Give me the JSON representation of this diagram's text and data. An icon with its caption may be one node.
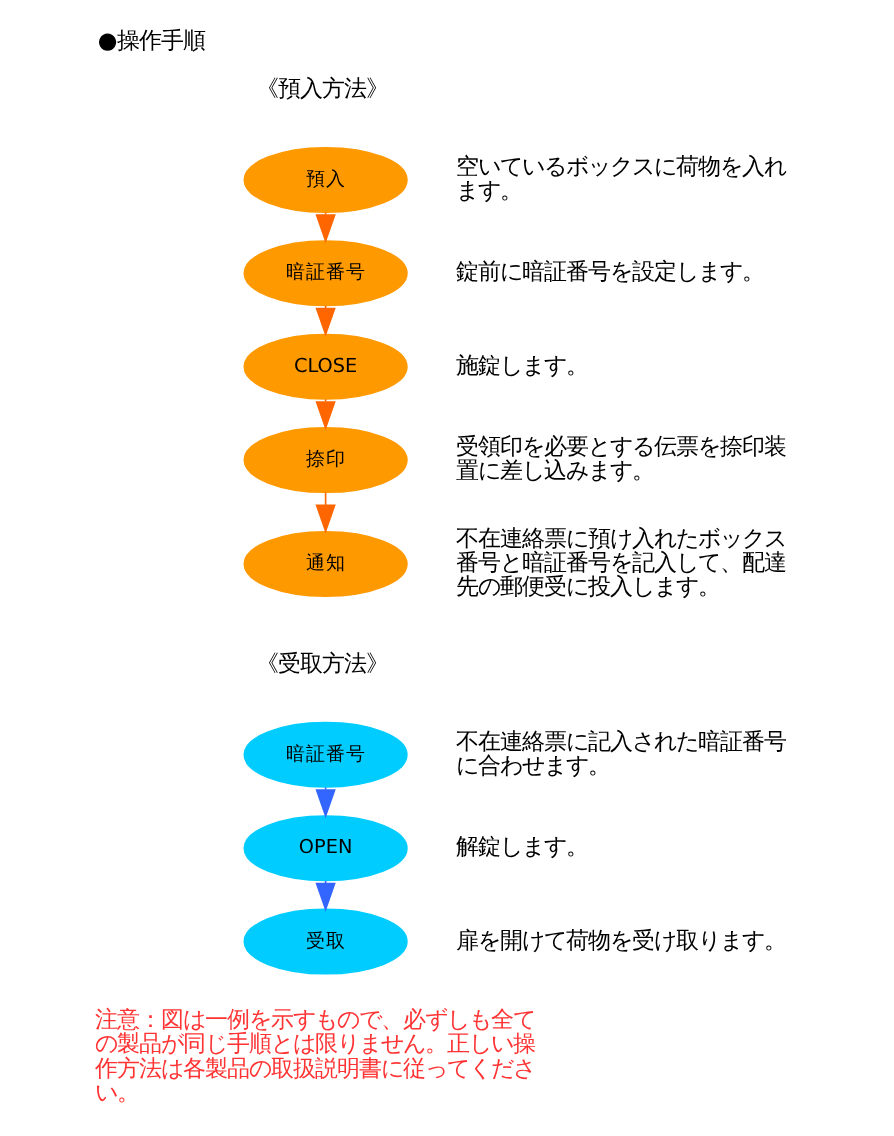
{
  "diagram": {
    "title": "●操作手順",
    "nodes": [
      {
        "text": [
          "預入"
        ],
        "beside": [
          "空いているボックスに荷物を入れます。"
        ]
      },
      {
        "text": [
          "暗証番号"
        ],
        "beside": [
          "錠前に暗証番号を設定します。"
        ]
      },
      {
        "text": [
          "CLOSE"
        ],
        "beside": [
          "施錠します。"
        ]
      },
      {
        "text": [
          "捺印"
        ],
        "beside": [
          "受領印を必要とする伝票を捺印装置に差し込みます。"
        ]
      },
      {
        "text": [
          "通知"
        ],
        "beside": [
          "不在連絡票に預け入れたボックス番号と暗証番号を記入して、配達先の郵便受に投入します。"
        ]
      },
      {
        "text": [
          "暗証番号"
        ],
        "beside": [
          "不在連絡票に記入された暗証番号に合わせます。"
        ]
      },
      {
        "text": [
          "OPEN"
        ],
        "beside": [
          "解錠します。"
        ]
      },
      {
        "text": [
          "受取"
        ],
        "beside": [
          "扉を開けて荷物を受け取ります。"
        ]
      }
    ],
    "edges": [
      {
        "from": 0,
        "to": 1,
        "arrow": "to"
      },
      {
        "from": 1,
        "to": 2,
        "arrow": "to"
      },
      {
        "from": 2,
        "to": 3,
        "arrow": "to"
      },
      {
        "from": 3,
        "to": 4,
        "arrow": "to"
      },
      {
        "from": 5,
        "to": 6,
        "arrow": "to",
        "color": "#3366ff"
      },
      {
        "from": 6,
        "to": 7,
        "arrow": "to",
        "color": "#3366ff"
      }
    ],
    "labels": [
      "《預入方法》",
      "《受取方法》",
      "注意：図は一例を示すもので、必ずしも全ての製品が同じ手順とは限りません。正しい操作方法は各製品の取扱説明書に従ってください。"
    ]
  }
}
